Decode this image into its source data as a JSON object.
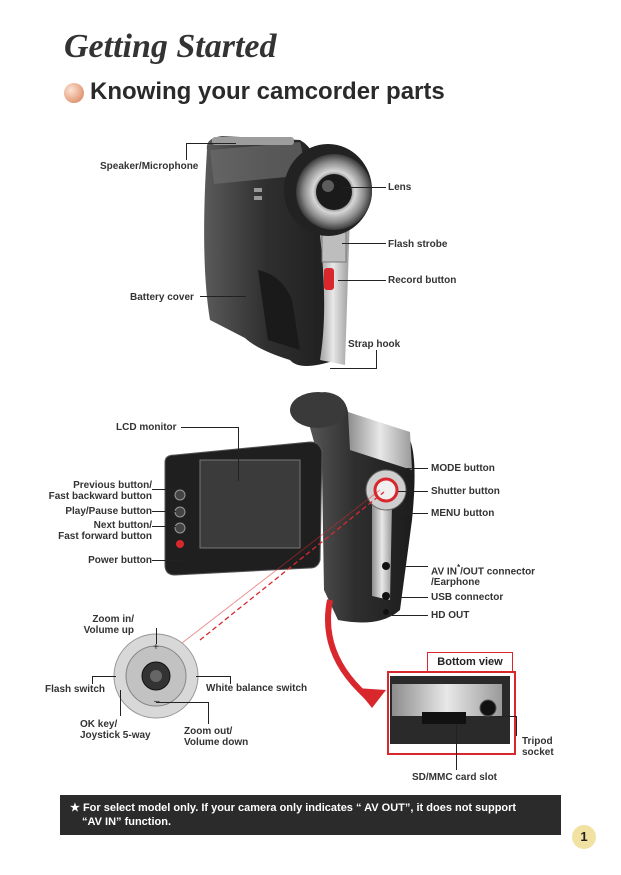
{
  "header": {
    "title": "Getting Started",
    "subtitle": "Knowing your camcorder parts"
  },
  "side_view_labels": {
    "speaker": "Speaker/Microphone",
    "lens": "Lens",
    "flash": "Flash strobe",
    "record": "Record button",
    "battery": "Battery cover",
    "strap": "Strap hook"
  },
  "open_view_labels": {
    "lcd": "LCD monitor",
    "previous_line1": "Previous button/",
    "previous_line2": "Fast backward button",
    "play": "Play/Pause button",
    "next_line1": "Next button/",
    "next_line2": "Fast forward button",
    "power": "Power button",
    "mode": "MODE button",
    "shutter": "Shutter button",
    "menu": "MENU button",
    "av_line1_a": "AV IN",
    "av_star": "*",
    "av_line1_b": "/OUT connector",
    "av_line2": "/Earphone",
    "usb": "USB connector",
    "hd": "HD OUT"
  },
  "joystick_labels": {
    "zoom_in_line1": "Zoom in/",
    "zoom_in_line2": "Volume up",
    "flash_switch": "Flash switch",
    "wb_switch": "White balance switch",
    "ok_line1": "OK key/",
    "ok_line2": "Joystick 5-way",
    "zoom_out_line1": "Zoom out/",
    "zoom_out_line2": "Volume down"
  },
  "bottom_view": {
    "heading": "Bottom view",
    "tripod_line1": "Tripod",
    "tripod_line2": "socket",
    "sd_slot": "SD/MMC card slot"
  },
  "footnote": {
    "star": "★",
    "text_line1": "For select model only. If your camera only indicates “ AV OUT”, it does not support",
    "text_line2": "“AV IN” function."
  },
  "page_number": "1",
  "colors": {
    "accent_red": "#d9272e",
    "note_bg": "#2b2b2b",
    "page_badge": "#f1e2a1"
  }
}
